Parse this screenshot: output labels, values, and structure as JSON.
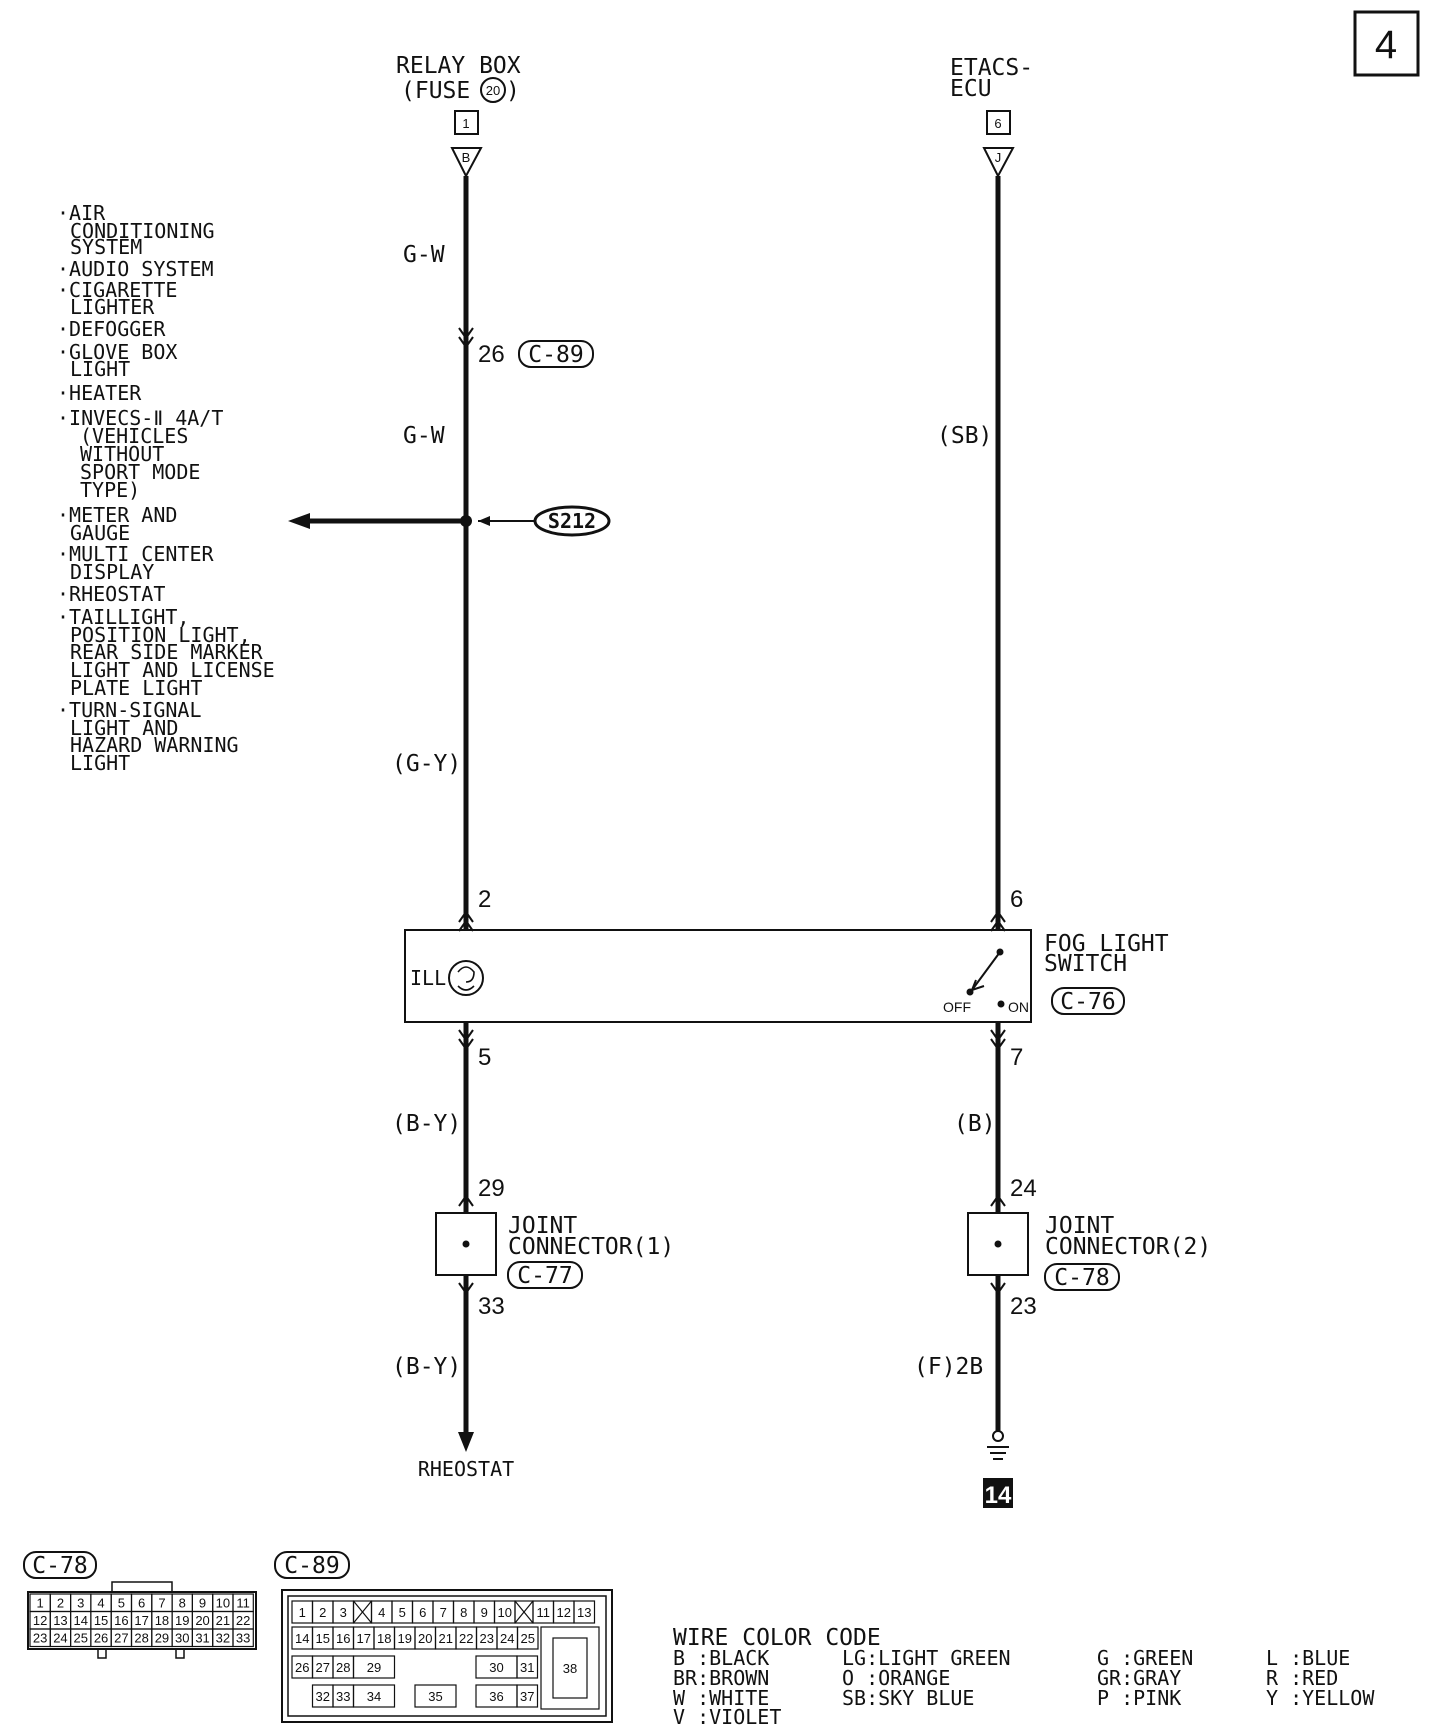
{
  "page_number": "4",
  "top": {
    "relay_box": {
      "title": "RELAY BOX",
      "fuse_prefix": "(FUSE",
      "fuse_num": "20",
      "fuse_suffix": ")",
      "connector": "1",
      "terminal": "B"
    },
    "etacs": {
      "title1": "ETACS-",
      "title2": "ECU",
      "connector": "6",
      "terminal": "J"
    }
  },
  "left_wire": {
    "color1": "G-W",
    "pin_c89": "26",
    "c89": "C-89",
    "color2": "G-W",
    "splice": "S212",
    "color3": "(G-Y)",
    "pin_top": "2",
    "pin_bottom": "5",
    "color4": "(B-Y)",
    "jc_in": "29",
    "jc_out": "33",
    "color5": "(B-Y)",
    "end": "RHEOSTAT"
  },
  "right_wire": {
    "color1": "(SB)",
    "pin_top": "6",
    "pin_bottom": "7",
    "color2": "(B)",
    "jc_in": "24",
    "jc_out": "23",
    "color3": "(F)2B",
    "ground": "14"
  },
  "switch": {
    "title1": "FOG LIGHT",
    "title2": "SWITCH",
    "connector": "C-76",
    "ill": "ILL",
    "off": "OFF",
    "on": "ON"
  },
  "joint1": {
    "title1": "JOINT",
    "title2": "CONNECTOR(1)",
    "connector": "C-77"
  },
  "joint2": {
    "title1": "JOINT",
    "title2": "CONNECTOR(2)",
    "connector": "C-78"
  },
  "side_list": [
    "·AIR",
    "CONDITIONING",
    "SYSTEM",
    "·AUDIO SYSTEM",
    "·CIGARETTE",
    "LIGHTER",
    "·DEFOGGER",
    "·GLOVE BOX",
    "LIGHT",
    "·HEATER",
    "·INVECS-Ⅱ 4A/T",
    "(VEHICLES",
    "WITHOUT",
    "SPORT MODE",
    "TYPE)",
    "·METER AND",
    "GAUGE",
    "·MULTI CENTER",
    "DISPLAY",
    "·RHEOSTAT",
    "·TAILLIGHT,",
    "POSITION LIGHT,",
    "REAR SIDE MARKER",
    "LIGHT AND LICENSE",
    "PLATE LIGHT",
    "·TURN-SIGNAL",
    "LIGHT AND",
    "HAZARD WARNING",
    "LIGHT"
  ],
  "c78_face": {
    "label": "C-78",
    "row1": [
      "1",
      "2",
      "3",
      "4",
      "5",
      "6",
      "7",
      "8",
      "9",
      "10",
      "11"
    ],
    "row2": [
      "12",
      "13",
      "14",
      "15",
      "16",
      "17",
      "18",
      "19",
      "20",
      "21",
      "22"
    ],
    "row3": [
      "23",
      "24",
      "25",
      "26",
      "27",
      "28",
      "29",
      "30",
      "31",
      "32",
      "33"
    ]
  },
  "c89_face": {
    "label": "C-89",
    "cells": [
      "1",
      "2",
      "3",
      "4",
      "5",
      "6",
      "7",
      "8",
      "9",
      "10",
      "11",
      "12",
      "13",
      "14",
      "15",
      "16",
      "17",
      "18",
      "19",
      "20",
      "21",
      "22",
      "23",
      "24",
      "25",
      "26",
      "27",
      "28",
      "29",
      "30",
      "31",
      "32",
      "33",
      "34",
      "35",
      "36",
      "37",
      "38"
    ]
  },
  "wire_color_code": {
    "title": "WIRE COLOR CODE",
    "entries": [
      "B :BLACK",
      "BR:BROWN",
      "W :WHITE",
      "V :VIOLET",
      "LG:LIGHT GREEN",
      "O :ORANGE",
      "SB:SKY BLUE",
      "G :GREEN",
      "GR:GRAY",
      "P :PINK",
      "L :BLUE",
      "R :RED",
      "Y :YELLOW"
    ]
  }
}
